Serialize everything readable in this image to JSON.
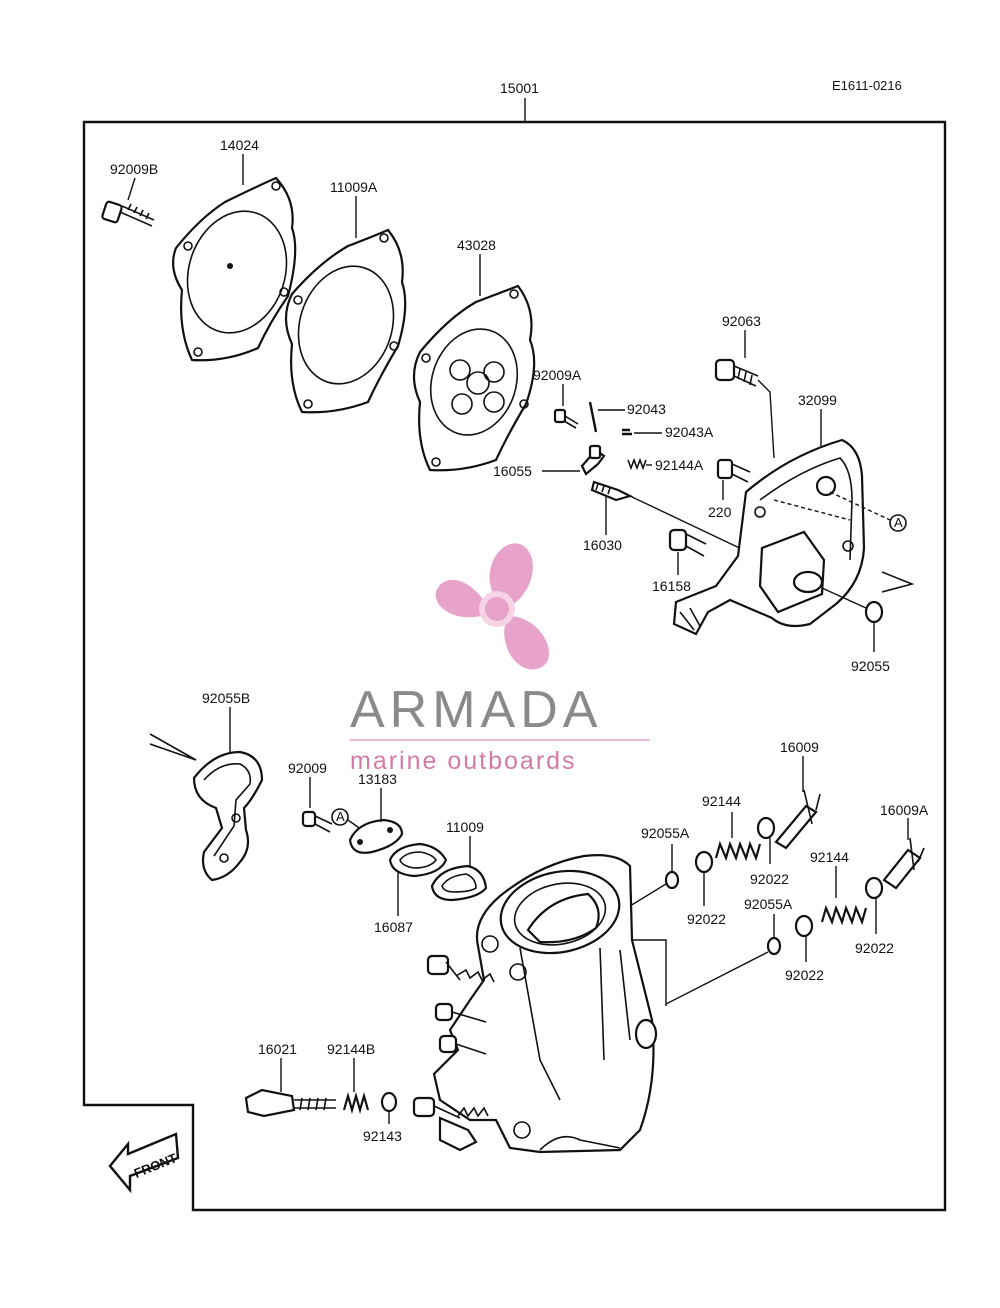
{
  "diagram_ref": "E1611-0216",
  "assembly_number": "15001",
  "parts": [
    {
      "id": "p15001",
      "label": "15001"
    },
    {
      "id": "p92009B",
      "label": "92009B"
    },
    {
      "id": "p14024",
      "label": "14024"
    },
    {
      "id": "p11009A",
      "label": "11009A"
    },
    {
      "id": "p43028",
      "label": "43028"
    },
    {
      "id": "p92063",
      "label": "92063"
    },
    {
      "id": "p92009A",
      "label": "92009A"
    },
    {
      "id": "p92043",
      "label": "92043"
    },
    {
      "id": "p92043A",
      "label": "92043A"
    },
    {
      "id": "p32099",
      "label": "32099"
    },
    {
      "id": "p16055",
      "label": "16055"
    },
    {
      "id": "p92144A",
      "label": "92144A"
    },
    {
      "id": "p220",
      "label": "220"
    },
    {
      "id": "p16030",
      "label": "16030"
    },
    {
      "id": "p16158",
      "label": "16158"
    },
    {
      "id": "p92055",
      "label": "92055"
    },
    {
      "id": "p92055B",
      "label": "92055B"
    },
    {
      "id": "p16009",
      "label": "16009"
    },
    {
      "id": "p92009",
      "label": "92009"
    },
    {
      "id": "p13183",
      "label": "13183"
    },
    {
      "id": "p92144_1",
      "label": "92144"
    },
    {
      "id": "p16009A",
      "label": "16009A"
    },
    {
      "id": "p11009",
      "label": "11009"
    },
    {
      "id": "p92055A_1",
      "label": "92055A"
    },
    {
      "id": "p92022_1",
      "label": "92022"
    },
    {
      "id": "p92144_2",
      "label": "92144"
    },
    {
      "id": "p92022_2",
      "label": "92022"
    },
    {
      "id": "p92055A_2",
      "label": "92055A"
    },
    {
      "id": "p92022_3",
      "label": "92022"
    },
    {
      "id": "p16087",
      "label": "16087"
    },
    {
      "id": "p92022_4",
      "label": "92022"
    },
    {
      "id": "p16021",
      "label": "16021"
    },
    {
      "id": "p92144B",
      "label": "92144B"
    },
    {
      "id": "p92143",
      "label": "92143"
    }
  ],
  "reference_marks": {
    "a1": "A",
    "a2": "A"
  },
  "front_label": "FRONT",
  "watermark": {
    "brand": "ARMADA",
    "tagline": "marine outboards",
    "colors": {
      "pink": "#e7a3c9",
      "gray": "#8a8a8a",
      "tagline": "#d27ba9"
    }
  }
}
